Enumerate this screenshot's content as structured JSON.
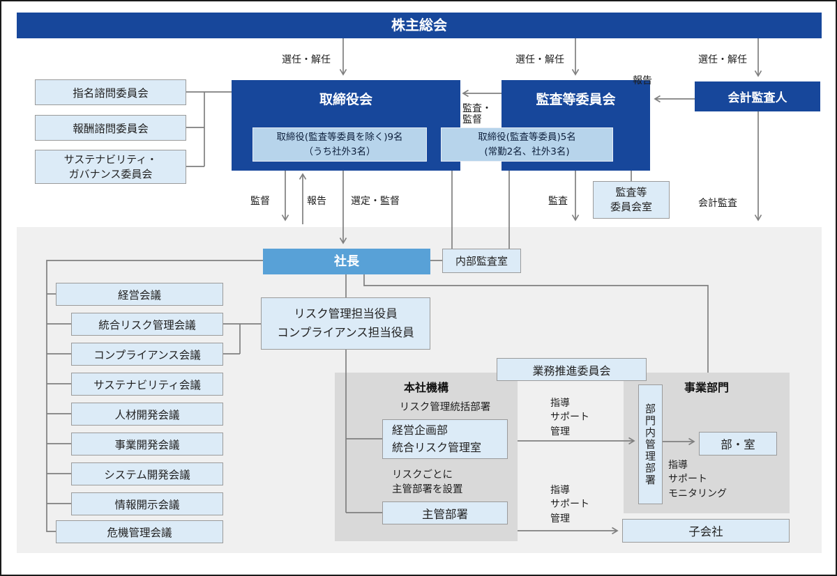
{
  "colors": {
    "dark_blue": "#17479b",
    "medium_blue": "#58a1d7",
    "inner_light_blue": "#b7d4eb",
    "pale_blue": "#dcebf7",
    "gray_band": "#f0f0f0",
    "gray_box": "#d9d9d9",
    "line_gray": "#7f7f7f"
  },
  "shareholders_meeting": "株主総会",
  "arrow_labels": {
    "appoint_dismiss": "選任・解任",
    "report_top": "報告",
    "audit_supervise_l1": "監査・",
    "audit_supervise_l2": "監督",
    "supervise": "監督",
    "report": "報告",
    "select_supervise": "選定・監督",
    "audit": "監査",
    "accounting_audit": "会計監査",
    "guide_l1": "指導",
    "guide_l2": "サポート",
    "guide_manage_l3": "管理",
    "guide_monitor_l3": "モニタリング"
  },
  "advisory_committees": [
    [
      "指名諮問委員会"
    ],
    [
      "報酬諮問委員会"
    ],
    [
      "サステナビリティ・",
      "ガバナンス委員会"
    ]
  ],
  "board": {
    "title": "取締役会",
    "members_l1": "取締役(監査等委員を除く)9名",
    "members_l2": "（うち社外3名）"
  },
  "audit_committee": {
    "title": "監査等委員会",
    "members_l1": "取締役(監査等委員)5名",
    "members_l2": "(常勤2名、社外3名)",
    "office_l1": "監査等",
    "office_l2": "委員会室"
  },
  "accounting_auditor": "会計監査人",
  "president": "社長",
  "internal_audit_office": "内部監査室",
  "risk_officers": {
    "l1": "リスク管理担当役員",
    "l2": "コンプライアンス担当役員"
  },
  "meetings": [
    "経営会議",
    "統合リスク管理会議",
    "コンプライアンス会議",
    "サステナビリティ会議",
    "人材開発会議",
    "事業開発会議",
    "システム開発会議",
    "情報開示会議",
    "危機管理会議"
  ],
  "business_promotion_committee": "業務推進委員会",
  "head_office": {
    "title": "本社機構",
    "risk_control_dept_label": "リスク管理統括部署",
    "planning_dept_l1": "経営企画部",
    "planning_dept_l2": "統合リスク管理室",
    "note_l1": "リスクごとに",
    "note_l2": "主管部署を設置",
    "managing_dept": "主管部署"
  },
  "business_division": {
    "title": "事業部門",
    "internal_control_dept": "部門内管理部署",
    "dept_office": "部・室"
  },
  "subsidiary": "子会社"
}
